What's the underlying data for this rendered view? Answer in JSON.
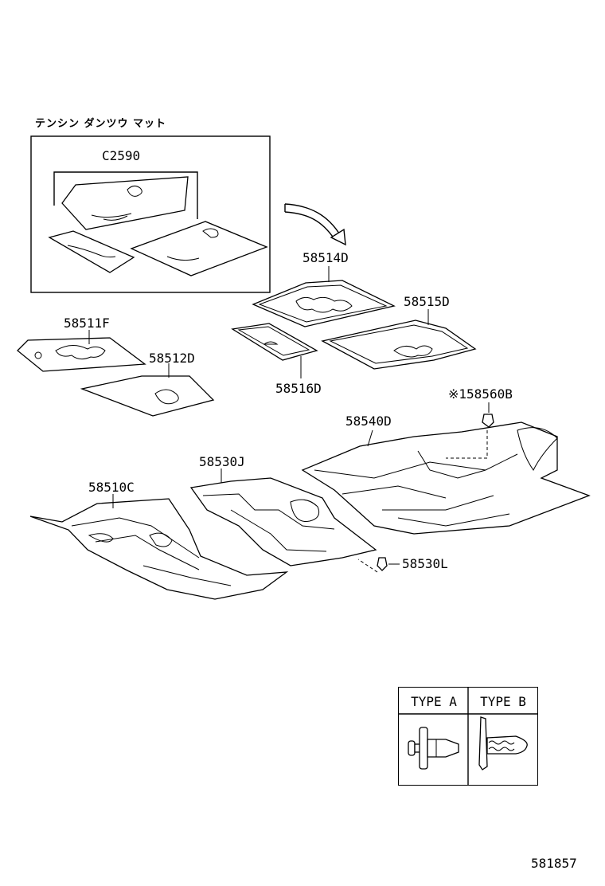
{
  "diagram": {
    "group_title": "テンシン ダンツウ マット",
    "parts": {
      "c2590": "C2590",
      "p58514d": "58514D",
      "p58515d": "58515D",
      "p58511f": "58511F",
      "p58512d": "58512D",
      "p58516d": "58516D",
      "p158560b": "※158560B",
      "p58540d": "58540D",
      "p58530j": "58530J",
      "p58510c": "58510C",
      "p58530l": "58530L"
    },
    "type_table": {
      "type_a": "TYPE A",
      "type_b": "TYPE B"
    },
    "figure_number": "581857"
  }
}
